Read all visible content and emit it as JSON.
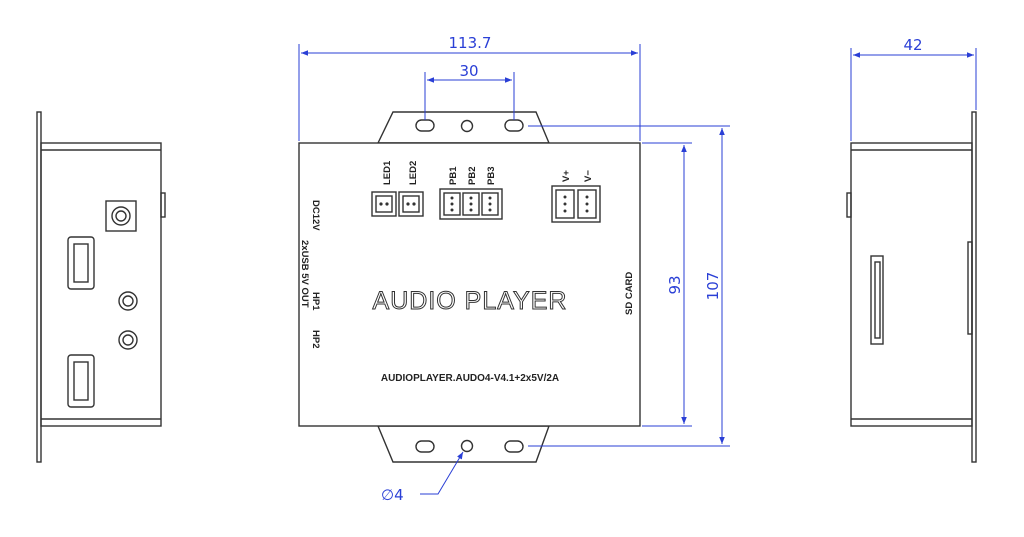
{
  "dimensions": {
    "overall_width": "113.7",
    "hole_spacing": "30",
    "depth": "42",
    "body_height": "93",
    "overall_height": "107",
    "hole_diameter": "∅4"
  },
  "connectors": {
    "led1": "LED1",
    "led2": "LED2",
    "pb1": "PB1",
    "pb2": "PB2",
    "pb3": "PB3",
    "vplus": "V+",
    "vminus": "V−"
  },
  "side_labels": {
    "dc": "DC12V",
    "usb": "2xUSB 5V OUT",
    "hp1": "HP1",
    "hp2": "HP2"
  },
  "title": "AUDIO PLAYER",
  "sd_card": "SD CARD",
  "model": "AUDIOPLAYER.AUDO4-V4.1+2x5V/2A",
  "colors": {
    "dimension": "#2a3fd6",
    "outline": "#333333"
  }
}
